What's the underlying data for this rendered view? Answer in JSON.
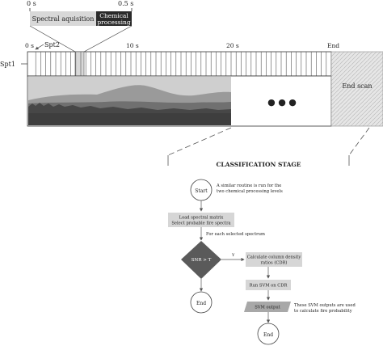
{
  "timeline": {
    "top_left_time": "0 s",
    "top_right_time": "0.5 s",
    "spectral_label": "Spectral aquisition",
    "chemical_label_1": "Chemical",
    "chemical_label_2": "processing",
    "tick_0": "0 s",
    "tick_10": "10 s",
    "tick_20": "20 s",
    "tick_end": "End",
    "spt1": "Spt1",
    "spt2": "Spt2",
    "end_scan": "End scan",
    "ellipsis": "● ● ●"
  },
  "classification": {
    "title": "CLASSIFICATION STAGE",
    "start": "Start",
    "start_note_1": "A similar routine is run for the",
    "start_note_2": "two chemical processing levels",
    "load_1": "Load spectral matrix",
    "load_2": "Select probable fire spectra",
    "foreach": "For each selected spectrum",
    "decision": "SNR > T",
    "yes": "Y",
    "cdr_1": "Calculate column density",
    "cdr_2": "ratios (CDR)",
    "svm_run": "Run SVM on CDR",
    "svm_output": "SVM output",
    "svm_note_1": "These SVM outputs are used",
    "svm_note_2": "to calculate fire probability",
    "end_left": "End",
    "end_bottom": "End"
  },
  "colors": {
    "light_gray": "#d8d8d8",
    "mid_gray": "#9a9a9a",
    "dark_gray": "#4a4a4a",
    "diamond": "#5a5a5a"
  }
}
